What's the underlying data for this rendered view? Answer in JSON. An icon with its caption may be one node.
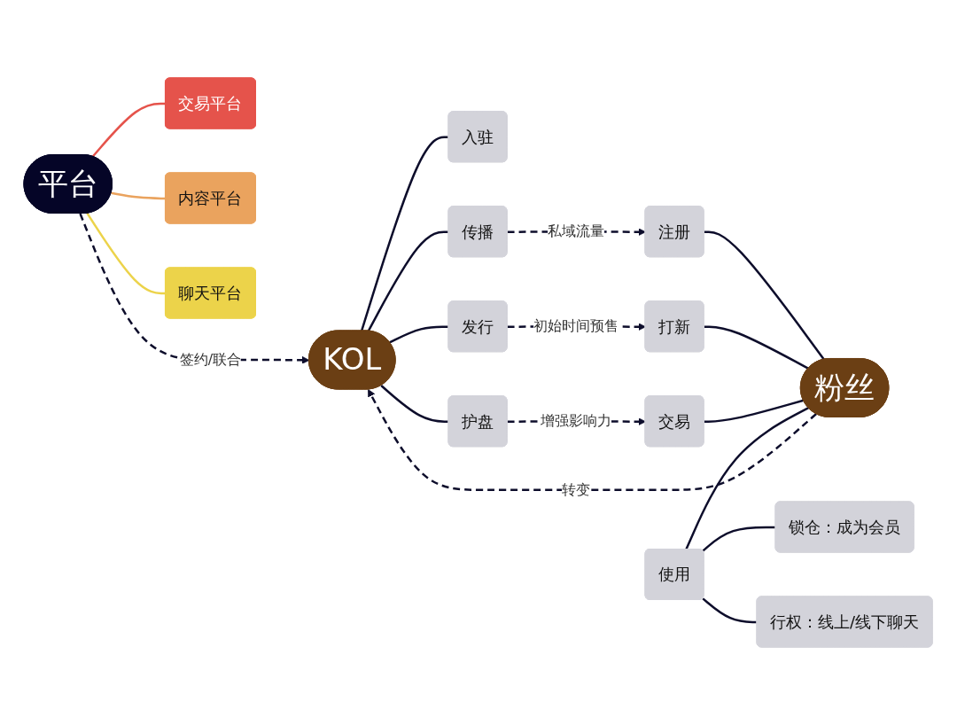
{
  "diagram": {
    "nodes": [
      {
        "text": [
          "KOL"
        ]
      },
      {
        "text": [
          "入驻"
        ]
      },
      {
        "text": [
          "发行"
        ]
      },
      {
        "text": [
          "传播"
        ]
      },
      {
        "text": [
          "护盘"
        ]
      },
      {
        "text": [
          "粉丝"
        ]
      },
      {
        "text": [
          "注册"
        ]
      },
      {
        "text": [
          "打新"
        ]
      },
      {
        "text": [
          "交易"
        ]
      },
      {
        "text": [
          "使用"
        ]
      },
      {
        "text": [
          "锁仓：成为会员"
        ]
      },
      {
        "text": [
          "行权：线上/线下聊天"
        ]
      },
      {
        "text": [
          "平台"
        ]
      },
      {
        "text": [
          "交易平台"
        ]
      },
      {
        "text": [
          "内容平台"
        ]
      },
      {
        "text": [
          "聊天平台"
        ]
      }
    ],
    "edges": [
      {
        "from": 0,
        "to": 1,
        "arrow": "none"
      },
      {
        "from": 0,
        "to": 2,
        "arrow": "none"
      },
      {
        "from": 0,
        "to": 3,
        "arrow": "none"
      },
      {
        "from": 0,
        "to": 4,
        "arrow": "none"
      },
      {
        "from": 3,
        "to": 6,
        "arrow": "to",
        "label": "私域流量",
        "style": "dashed"
      },
      {
        "from": 2,
        "to": 7,
        "arrow": "to",
        "label": "初始时间预售",
        "style": "dashed"
      },
      {
        "from": 4,
        "to": 8,
        "arrow": "to",
        "label": "增强影响力",
        "style": "dashed"
      },
      {
        "from": 5,
        "to": 6,
        "arrow": "none"
      },
      {
        "from": 5,
        "to": 7,
        "arrow": "none"
      },
      {
        "from": 5,
        "to": 8,
        "arrow": "none"
      },
      {
        "from": 5,
        "to": 9,
        "arrow": "none"
      },
      {
        "from": 9,
        "to": 10,
        "arrow": "none"
      },
      {
        "from": 9,
        "to": 11,
        "arrow": "none"
      },
      {
        "from": 5,
        "to": 0,
        "arrow": "to",
        "label": "转变",
        "style": "dashed"
      },
      {
        "from": 12,
        "to": 0,
        "arrow": "to",
        "label": "签约/联合",
        "style": "dashed"
      },
      {
        "from": 12,
        "to": 13,
        "arrow": "none",
        "color": "#e5534b"
      },
      {
        "from": 12,
        "to": 14,
        "arrow": "none",
        "color": "#eaa35e"
      },
      {
        "from": 12,
        "to": 15,
        "arrow": "none",
        "color": "#ecd34a"
      }
    ]
  }
}
